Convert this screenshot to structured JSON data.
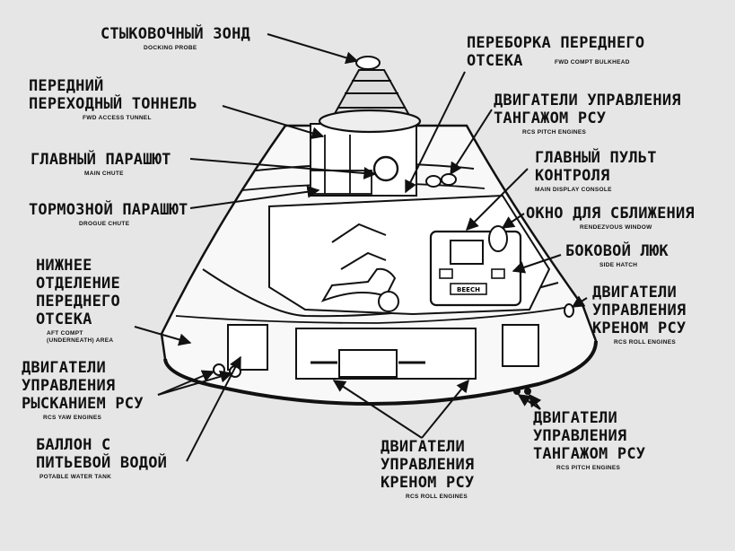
{
  "colors": {
    "background": "#e6e6e6",
    "ink": "#111111",
    "hull": "#f8f8f8",
    "cabin": "#ffffff"
  },
  "labels": {
    "docking_probe": {
      "ru": "СТЫКОВОЧНЫЙ ЗОНД",
      "en": "DOCKING PROBE"
    },
    "fwd_access_tunnel": {
      "ru": "ПЕРЕДНИЙ\nПЕРЕХОДНЫЙ ТОННЕЛЬ",
      "en": "FWD ACCESS TUNNEL"
    },
    "main_chute": {
      "ru": "ГЛАВНЫЙ ПАРАШЮТ",
      "en": "MAIN CHUTE"
    },
    "drogue_chute": {
      "ru": "ТОРМОЗНОЙ ПАРАШЮТ",
      "en": "DROGUE CHUTE"
    },
    "aft_compt": {
      "ru": "НИЖНЕЕ\nОТДЕЛЕНИЕ\nПЕРЕДНЕГО\nОТСЕКА",
      "en": "AFT COMPT\n(UNDERNEATH) AREA"
    },
    "rcs_yaw": {
      "ru": "ДВИГАТЕЛИ\nУПРАВЛЕНИЯ\nРЫСКАНИЕМ РСУ",
      "en": "RCS YAW ENGINES"
    },
    "water_tank": {
      "ru": "БАЛЛОН С\nПИТЬЕВОЙ ВОДОЙ",
      "en": "POTABLE WATER TANK"
    },
    "fwd_bulkhead": {
      "ru": "ПЕРЕБОРКА ПЕРЕДНЕГО\nОТСЕКА",
      "en": "FWD COMPT BULKHEAD"
    },
    "rcs_pitch_top": {
      "ru": "ДВИГАТЕЛИ УПРАВЛЕНИЯ\nТАНГАЖОМ РСУ",
      "en": "RCS PITCH ENGINES"
    },
    "main_console": {
      "ru": "ГЛАВНЫЙ ПУЛЬТ\nКОНТРОЛЯ",
      "en": "MAIN DISPLAY CONSOLE"
    },
    "rendezvous_window": {
      "ru": "ОКНО ДЛЯ СБЛИЖЕНИЯ",
      "en": "RENDEZVOUS WINDOW"
    },
    "side_hatch": {
      "ru": "БОКОВОЙ ЛЮК",
      "en": "SIDE HATCH"
    },
    "rcs_roll_right": {
      "ru": "ДВИГАТЕЛИ\nУПРАВЛЕНИЯ\nКРЕНОМ РСУ",
      "en": "RCS ROLL ENGINES"
    },
    "rcs_pitch_bottom": {
      "ru": "ДВИГАТЕЛИ\nУПРАВЛЕНИЯ\nТАНГАЖОМ РСУ",
      "en": "RCS PITCH ENGINES"
    },
    "rcs_roll_bottom": {
      "ru": "ДВИГАТЕЛИ\nУПРАВЛЕНИЯ\nКРЕНОМ РСУ",
      "en": "RCS ROLL ENGINES"
    }
  },
  "hatch_plate": "BEECH"
}
